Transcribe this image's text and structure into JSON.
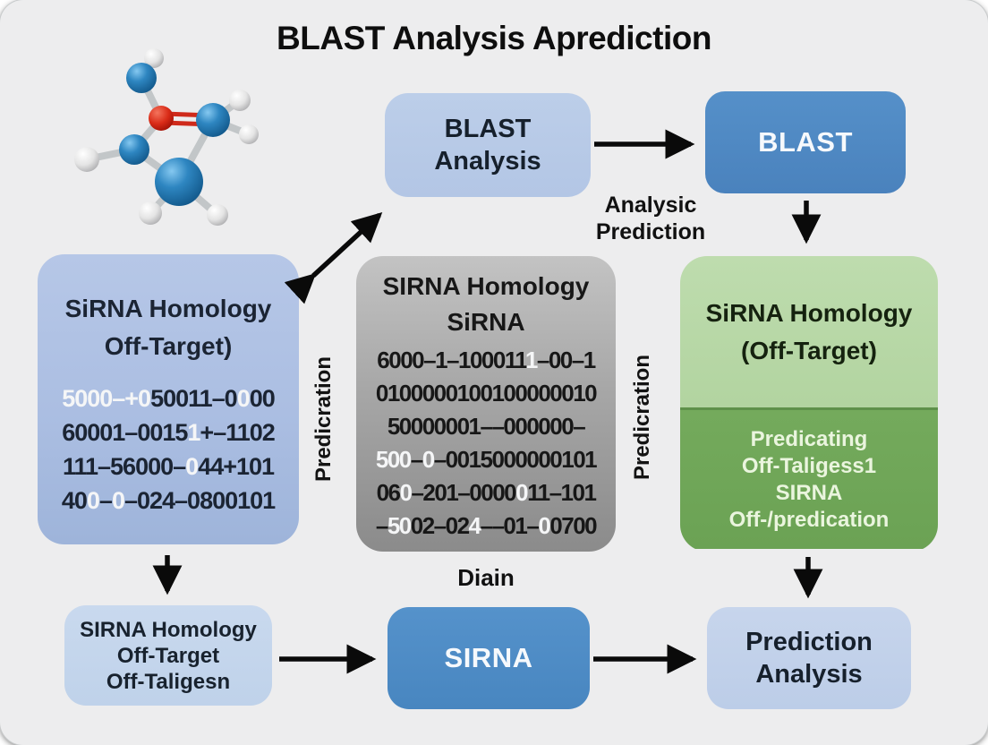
{
  "title": "BLAST Analysis Aprediction",
  "labels": {
    "analysic_prediction": "Analysic\nPrediction",
    "predication_left": "Predicration",
    "predication_right": "Predicration",
    "diain": "Diain"
  },
  "boxes": {
    "blast_analysis": {
      "label": "BLAST\nAnalysis"
    },
    "blast": {
      "label": "BLAST"
    },
    "left": {
      "title": "SiRNA Homology\nOff-Target)",
      "sequences": [
        [
          [
            "5000–+0",
            "w"
          ],
          [
            "50011–0",
            "k"
          ],
          [
            "0",
            "w"
          ],
          [
            "00",
            "k"
          ]
        ],
        [
          [
            "60001–0015",
            "k"
          ],
          [
            "1",
            "w"
          ],
          [
            "+–1102",
            "k"
          ]
        ],
        [
          [
            "111–56000–",
            "k"
          ],
          [
            "0",
            "w"
          ],
          [
            "44+101",
            "k"
          ]
        ],
        [
          [
            "40",
            "k"
          ],
          [
            "0",
            "w"
          ],
          [
            "–",
            "k"
          ],
          [
            "0",
            "w"
          ],
          [
            "–024–0800101",
            "k"
          ]
        ]
      ]
    },
    "center": {
      "title": "SIRNA Homology\nSiRNA",
      "sequences": [
        [
          [
            "6000–1–100011",
            "k"
          ],
          [
            "1",
            "w"
          ],
          [
            "–00–1",
            "k"
          ]
        ],
        [
          [
            "0100000100100000010",
            "k"
          ]
        ],
        [
          [
            "50000001––000000–",
            "k"
          ]
        ],
        [
          [
            "500",
            "w"
          ],
          [
            "–",
            "k"
          ],
          [
            "0",
            "w"
          ],
          [
            "–0015000000101",
            "k"
          ]
        ],
        [
          [
            "06",
            "k"
          ],
          [
            "0",
            "w"
          ],
          [
            "–201–0000",
            "k"
          ],
          [
            "0",
            "w"
          ],
          [
            "11–101",
            "k"
          ]
        ],
        [
          [
            "–",
            "k"
          ],
          [
            "50",
            "w"
          ],
          [
            "02–02",
            "k"
          ],
          [
            "4",
            "w"
          ],
          [
            "––01–",
            "k"
          ],
          [
            "0",
            "w"
          ],
          [
            "0700",
            "k"
          ]
        ]
      ]
    },
    "right": {
      "title": "SiRNA Homology\n(Off-Target)",
      "body": "Predicating\nOff-Taligess1\nSIRNA\nOff-/predication"
    },
    "bottom_left": {
      "label": "SIRNA Homology\nOff-Target\nOff-Taligesn"
    },
    "sirna": {
      "label": "SIRNA"
    },
    "prediction": {
      "label": "Prediction\nAnalysis"
    }
  },
  "colors": {
    "background": "#ededee",
    "blue_box": "#4d86c2",
    "light_blue_box": "#b9cbe8",
    "green_light": "#b8d7a7",
    "green_dark": "#6ea355",
    "gray_box_top": "#c3c3c3",
    "gray_box_bottom": "#8b8b8b",
    "arrow": "#0a0a0a"
  }
}
